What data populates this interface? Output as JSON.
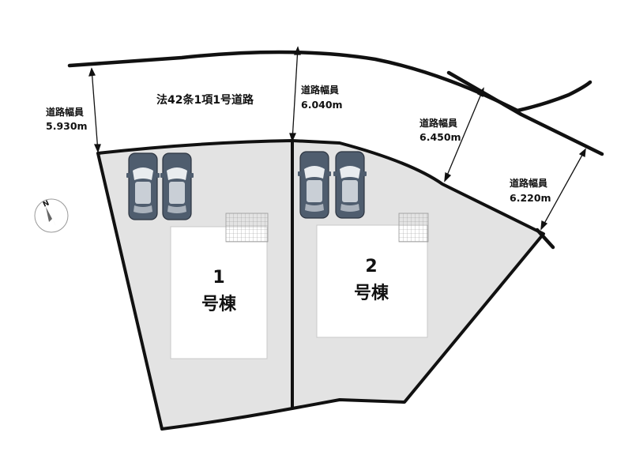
{
  "road": {
    "title": "法42条1項1号道路"
  },
  "road_widths": [
    {
      "caption": "道路幅員",
      "value": "5.930m"
    },
    {
      "caption": "道路幅員",
      "value": "6.040m"
    },
    {
      "caption": "道路幅員",
      "value": "6.450m"
    },
    {
      "caption": "道路幅員",
      "value": "6.220m"
    }
  ],
  "lots": [
    {
      "number": "1",
      "name": "号棟",
      "parking_spaces": 2
    },
    {
      "number": "2",
      "name": "号棟",
      "parking_spaces": 2
    }
  ],
  "compass": {
    "label": "N"
  },
  "colors": {
    "lot_fill": "#e3e3e3",
    "building_fill": "#ffffff",
    "car_body": "#4f5d6e",
    "line": "#111111"
  }
}
